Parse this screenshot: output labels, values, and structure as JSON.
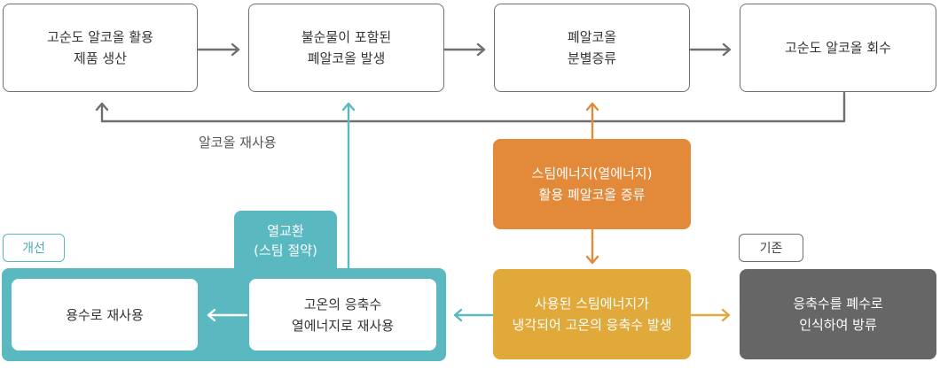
{
  "top_row": [
    {
      "text": "고순도 알코올 활용\n제품 생산"
    },
    {
      "text": "불순물이 포함된\n폐알코올 발생"
    },
    {
      "text": "폐알코올\n분별증류"
    },
    {
      "text": "고순도 알코올 회수"
    }
  ],
  "recycle_label": "알코올 재사용",
  "steam_box": {
    "text": "스팀에너지(열에너지)\n활용 폐알코올 증류"
  },
  "heat_exchange_tab": {
    "text": "열교환\n(스팀 절약)"
  },
  "tags": {
    "improved": "개선",
    "existing": "기존"
  },
  "improved_row": [
    {
      "text": "용수로 재사용"
    },
    {
      "text": "고온의 응축수\n열에너지로 재사용"
    }
  ],
  "condensed_box": {
    "text": "사용된 스팀에너지가\n냉각되어 고온의 응축수 발생"
  },
  "existing_box": {
    "text": "응축수를 폐수로\n인식하여 방류"
  },
  "colors": {
    "gray_line": "#6f6f6f",
    "teal": "#5ab8c0",
    "orange": "#e2893a",
    "yellow": "#e0a93a",
    "dark": "#666666"
  }
}
